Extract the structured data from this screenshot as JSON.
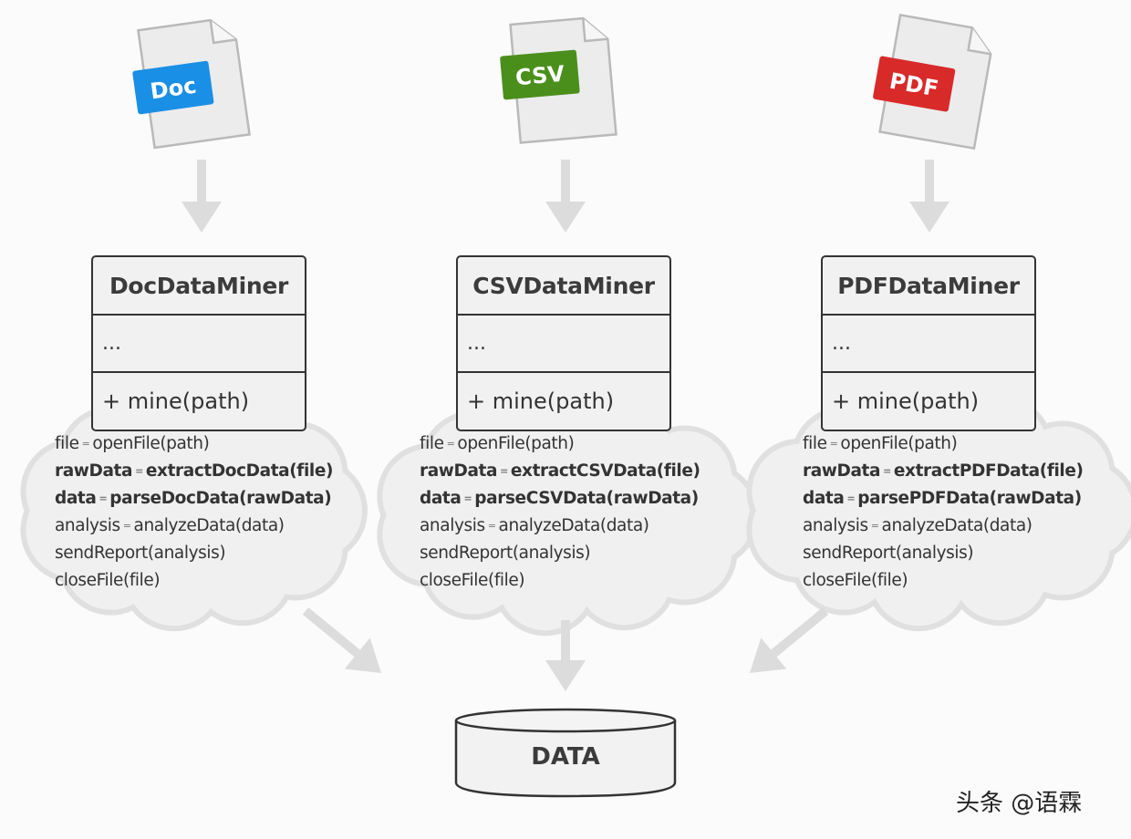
{
  "diagram": {
    "sources": [
      {
        "id": "doc",
        "badge": "Doc",
        "badge_color": "#1a8fe6",
        "class_name": "DocDataMiner",
        "fields": "...",
        "method": "+ mine(path)",
        "steps": [
          {
            "var": "file",
            "op": "=",
            "call": "openFile(path)",
            "bold": false
          },
          {
            "var": "rawData",
            "op": "=",
            "call": "extractDocData(file)",
            "bold": true
          },
          {
            "var": "data",
            "op": "=",
            "call": "parseDocData(rawData)",
            "bold": true
          },
          {
            "var": "analysis",
            "op": "=",
            "call": "analyzeData(data)",
            "bold": false
          },
          {
            "var": "",
            "op": "",
            "call": "sendReport(analysis)",
            "bold": false
          },
          {
            "var": "",
            "op": "",
            "call": "closeFile(file)",
            "bold": false
          }
        ]
      },
      {
        "id": "csv",
        "badge": "CSV",
        "badge_color": "#4a8f1c",
        "class_name": "CSVDataMiner",
        "fields": "...",
        "method": "+ mine(path)",
        "steps": [
          {
            "var": "file",
            "op": "=",
            "call": "openFile(path)",
            "bold": false
          },
          {
            "var": "rawData",
            "op": "=",
            "call": "extractCSVData(file)",
            "bold": true
          },
          {
            "var": "data",
            "op": "=",
            "call": "parseCSVData(rawData)",
            "bold": true
          },
          {
            "var": "analysis",
            "op": "=",
            "call": "analyzeData(data)",
            "bold": false
          },
          {
            "var": "",
            "op": "",
            "call": "sendReport(analysis)",
            "bold": false
          },
          {
            "var": "",
            "op": "",
            "call": "closeFile(file)",
            "bold": false
          }
        ]
      },
      {
        "id": "pdf",
        "badge": "PDF",
        "badge_color": "#d92a2a",
        "class_name": "PDFDataMiner",
        "fields": "...",
        "method": "+ mine(path)",
        "steps": [
          {
            "var": "file",
            "op": "=",
            "call": "openFile(path)",
            "bold": false
          },
          {
            "var": "rawData",
            "op": "=",
            "call": "extractPDFData(file)",
            "bold": true
          },
          {
            "var": "data",
            "op": "=",
            "call": "parsePDFData(rawData)",
            "bold": true
          },
          {
            "var": "analysis",
            "op": "=",
            "call": "analyzeData(data)",
            "bold": false
          },
          {
            "var": "",
            "op": "",
            "call": "sendReport(analysis)",
            "bold": false
          },
          {
            "var": "",
            "op": "",
            "call": "closeFile(file)",
            "bold": false
          }
        ]
      }
    ],
    "sink": {
      "label": "DATA"
    },
    "colors": {
      "arrow": "#dcdcdc",
      "cloud_fill": "#f0f0f0",
      "cloud_stroke": "#e0e0e0",
      "doc_fill": "#ececec",
      "doc_stroke": "#b9b9b9"
    }
  },
  "watermark": "头条 @语霖"
}
